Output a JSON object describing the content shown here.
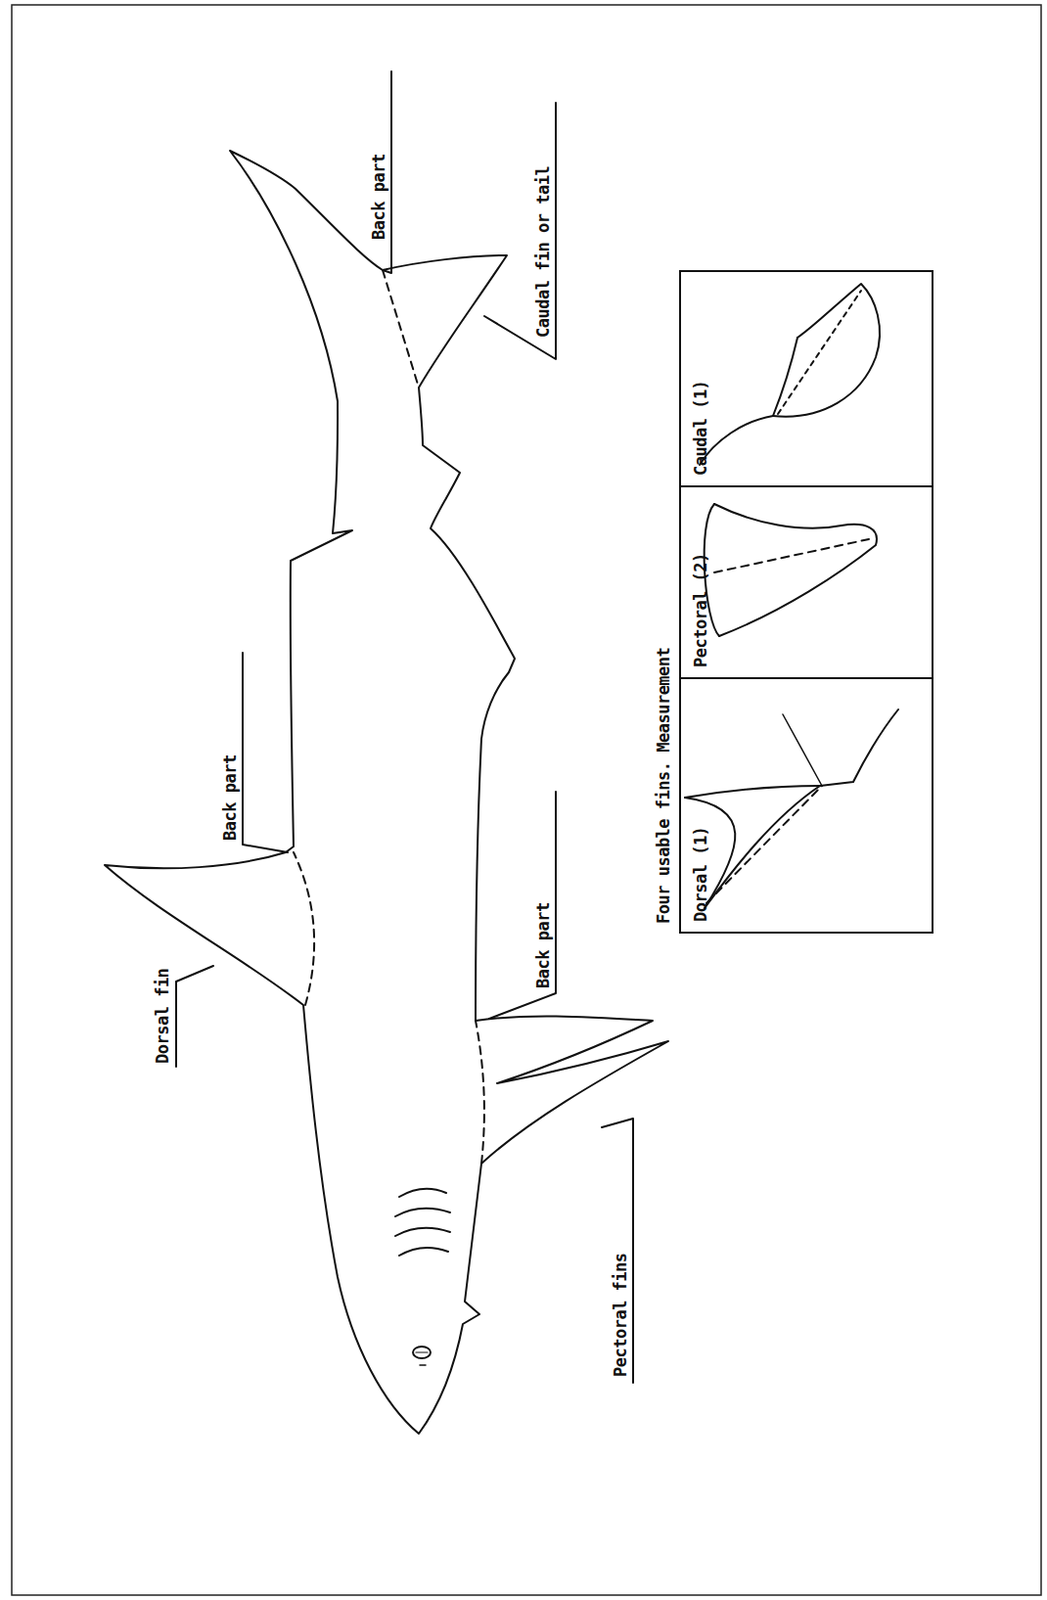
{
  "diagram": {
    "nodes": [
      {
        "text": [
          "Four usable fins. Measurement"
        ]
      },
      {
        "text": [
          "Dorsal (1)"
        ],
        "in": 0
      },
      {
        "text": [
          "Pectoral (2)"
        ],
        "in": 0
      },
      {
        "text": [
          "Caudal (1)"
        ],
        "in": 0
      }
    ],
    "labels": [
      "Dorsal fin",
      "Back part",
      "Caudal fin or tail",
      "Back part",
      "Back part",
      "Pectoral fins"
    ]
  }
}
